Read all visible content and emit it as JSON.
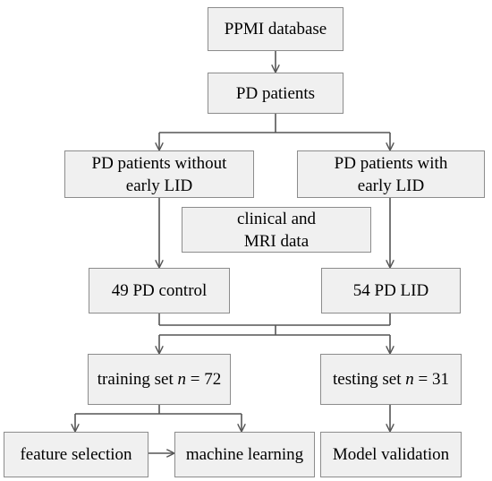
{
  "nodes": {
    "ppmi_database": "PPMI database",
    "pd_patients": "PD patients",
    "without_lid_line1": "PD patients without",
    "without_lid_line2": "early LID",
    "with_lid_line1": "PD patients with",
    "with_lid_line2": "early LID",
    "clinical_line1": "clinical and",
    "clinical_line2": "MRI  data",
    "pd_control": "49  PD control",
    "pd_lid": "54 PD LID",
    "training_prefix": "training set ",
    "training_var": "n",
    "training_suffix": " = 72",
    "testing_prefix": "testing set ",
    "testing_var": "n",
    "testing_suffix": " = 31",
    "feature_selection": "feature selection",
    "machine_learning": "machine learning",
    "model_validation": "Model validation"
  }
}
